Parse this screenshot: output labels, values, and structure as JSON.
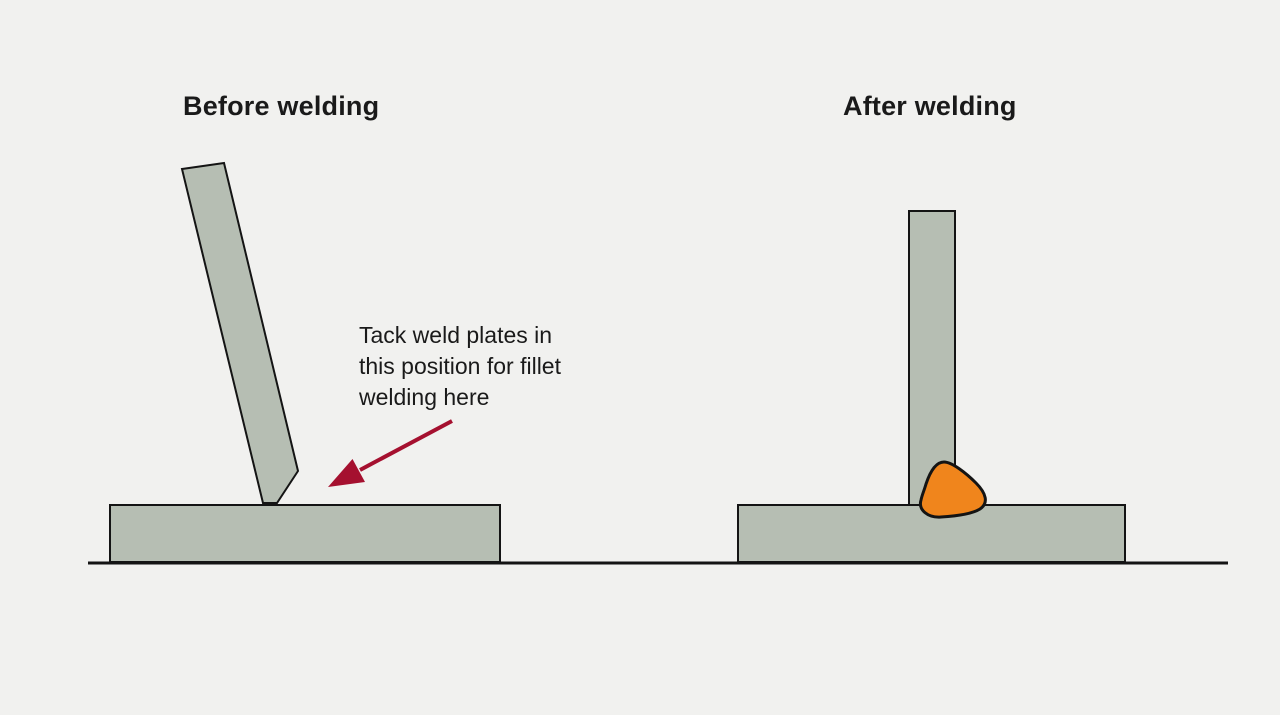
{
  "colors": {
    "background": "#f1f1ef",
    "plate": "#b6beb3",
    "outline": "#141414",
    "weld": "#f0851c",
    "arrow": "#a5102f",
    "text": "#1a1a1a"
  },
  "before_panel": {
    "title": "Before welding",
    "annotation": "Tack weld plates in\nthis position for fillet\nwelding here",
    "parts": {
      "tilted_plate": "upright plate tilted against base plate before tack welding",
      "base_plate": "horizontal base plate"
    }
  },
  "after_panel": {
    "title": "After welding",
    "parts": {
      "vertical_plate": "upright plate welded square to base plate",
      "base_plate": "horizontal base plate",
      "weld_bead": "orange fillet weld bead at plate junction"
    }
  },
  "ground": {
    "description": "ground reference line under both base plates"
  }
}
